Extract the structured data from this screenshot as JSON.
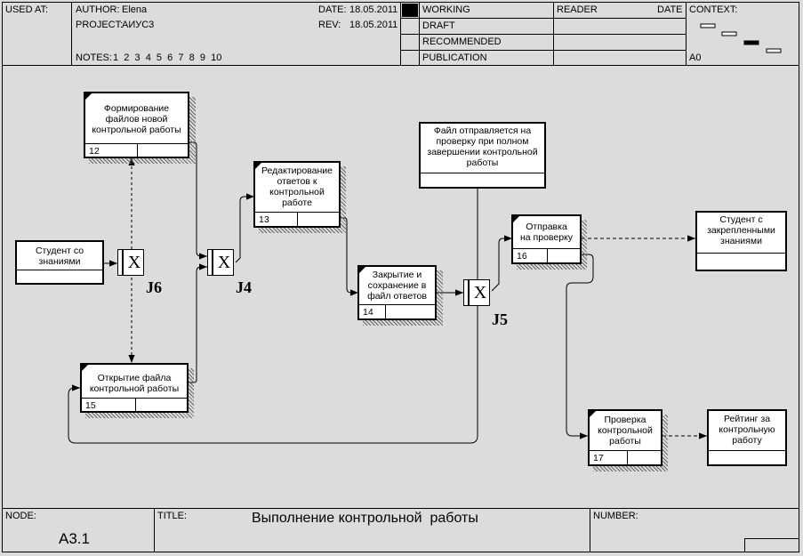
{
  "header": {
    "used_at_label": "USED AT:",
    "author_label": "AUTHOR:",
    "author": "Elena",
    "project_label": "PROJECT:",
    "project": "АИУС3",
    "notes_label": "NOTES:",
    "notes_numbers": "1  2  3  4  5  6  7  8  9  10",
    "date_label": "DATE:",
    "date": "18.05.2011",
    "rev_label": "REV:",
    "rev": "18.05.2011",
    "status": [
      "WORKING",
      "DRAFT",
      "RECOMMENDED",
      "PUBLICATION"
    ],
    "reader_label": "READER",
    "reader_date_label": "DATE",
    "context_label": "CONTEXT:",
    "context_node": "A0"
  },
  "footer": {
    "node_label": "NODE:",
    "node": "A3.1",
    "title_label": "TITLE:",
    "title": "Выполнение контрольной  работы",
    "number_label": "NUMBER:"
  },
  "boxes": {
    "b12": {
      "lines": [
        "Формирование",
        "файлов новой",
        "контрольной работы"
      ],
      "num": "12"
    },
    "b13": {
      "lines": [
        "Редактирование",
        "ответов к",
        "контрольной",
        "работе"
      ],
      "num": "13"
    },
    "b14": {
      "lines": [
        "Закрытие и",
        "сохранение в",
        "файл ответов"
      ],
      "num": "14"
    },
    "b15": {
      "lines": [
        "Открытие файла",
        "контрольной работы"
      ],
      "num": "15"
    },
    "b16": {
      "lines": [
        "Отправка",
        "на проверку"
      ],
      "num": "16"
    },
    "b17": {
      "lines": [
        "Проверка",
        "контрольной",
        "работы"
      ],
      "num": "17"
    },
    "ref_student": {
      "lines": [
        "Студент со",
        "знаниями"
      ]
    },
    "ref_file": {
      "lines": [
        "Файл отправляется на",
        "проверку при полном",
        "завершении контрольной",
        "работы"
      ]
    },
    "ref_result": {
      "lines": [
        "Студент с",
        "закрепленными",
        "знаниями"
      ]
    },
    "ref_rating": {
      "lines": [
        "Рейтинг за",
        "контрольную",
        "работу"
      ]
    }
  },
  "junctions": {
    "j6": {
      "symbol": "X",
      "label": "J6"
    },
    "j4": {
      "symbol": "X",
      "label": "J4"
    },
    "j5": {
      "symbol": "X",
      "label": "J5"
    }
  }
}
